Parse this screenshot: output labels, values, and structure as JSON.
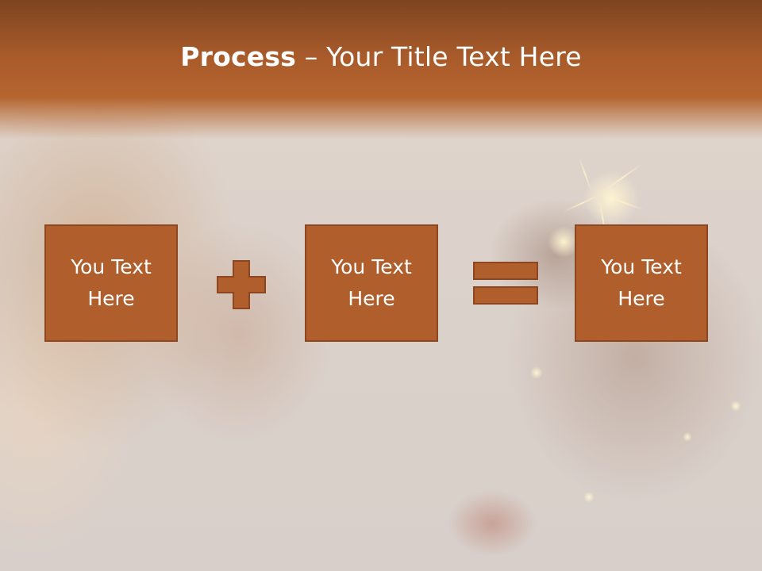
{
  "slide": {
    "title_bold": "Process",
    "title_rest": " – Your Title Text Here",
    "boxes": [
      {
        "text": "You Text Here"
      },
      {
        "text": "You Text Here"
      },
      {
        "text": "You Text Here"
      }
    ],
    "operators": [
      "plus-icon",
      "equals-icon"
    ],
    "colors": {
      "header": "#a85a2a",
      "box_fill": "#b05e2c",
      "box_border": "#8c4620",
      "text": "#ffffff"
    }
  }
}
